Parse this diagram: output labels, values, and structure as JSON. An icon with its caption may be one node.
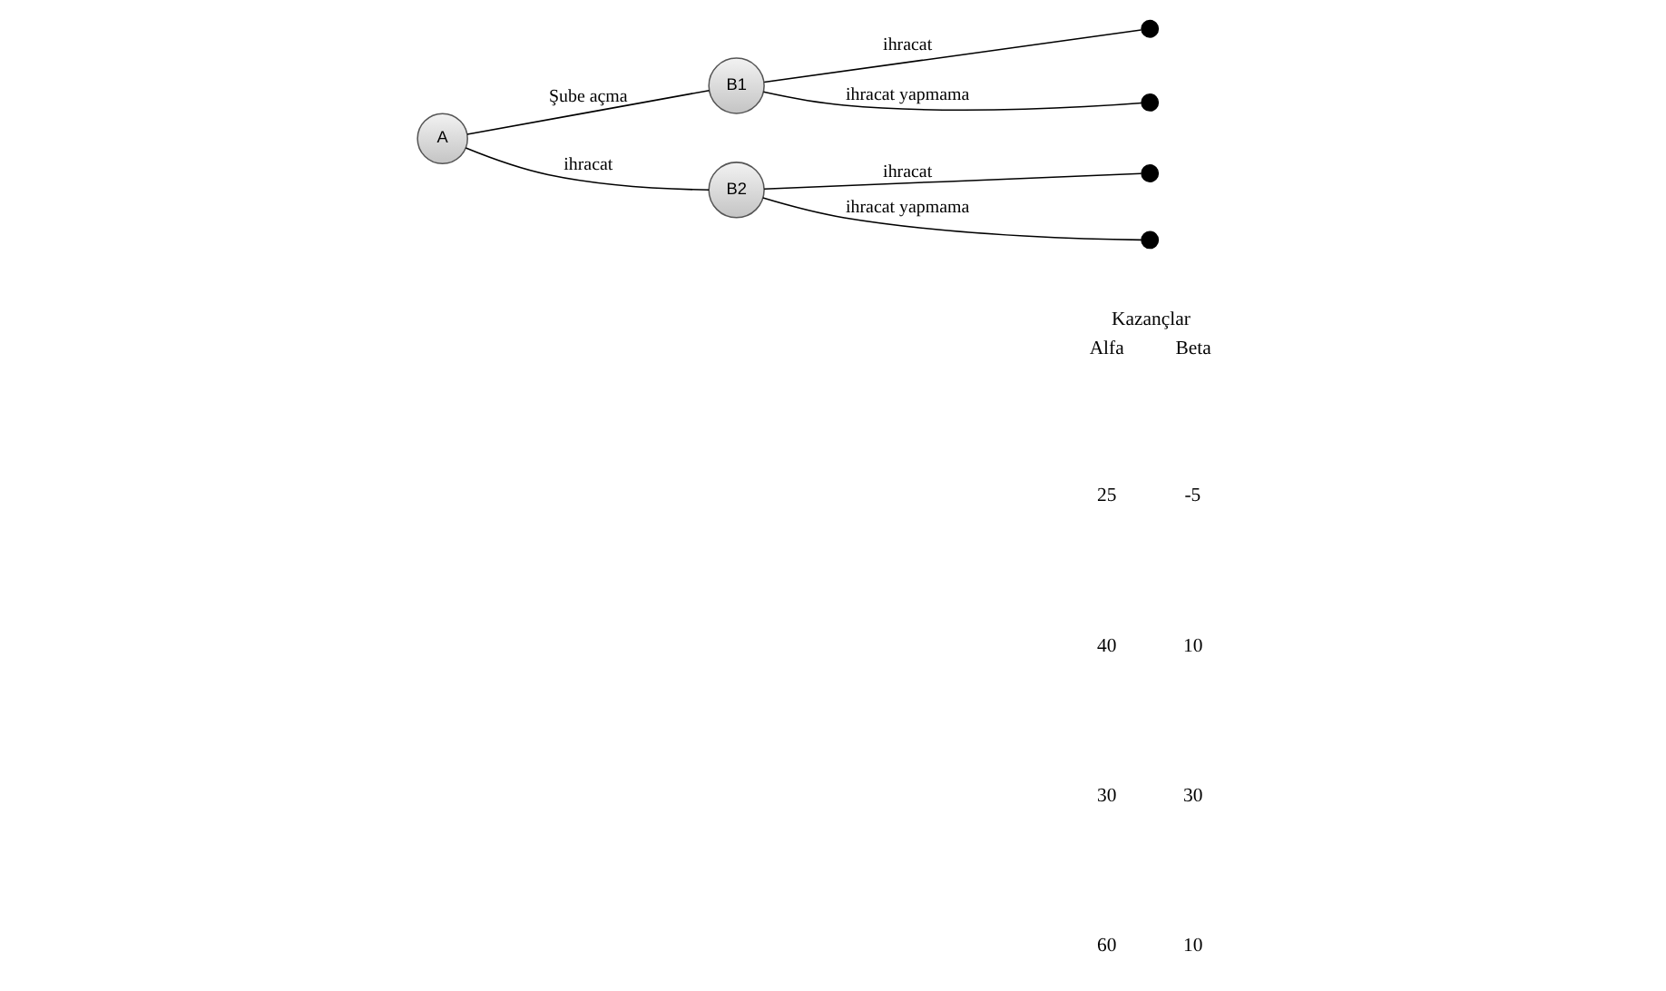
{
  "diagram": {
    "nodes": [
      {
        "text": [
          "A"
        ]
      },
      {
        "text": [
          "B1"
        ]
      },
      {
        "text": [
          "B2"
        ]
      },
      {
        "text": [],
        "shape": "circle",
        "beside": [
          "25",
          "-5"
        ]
      },
      {
        "text": [],
        "shape": "circle",
        "beside": [
          "40",
          "10"
        ]
      },
      {
        "text": [],
        "shape": "circle",
        "beside": [
          "30",
          "30"
        ]
      },
      {
        "text": [],
        "shape": "circle",
        "beside": [
          "60",
          "10"
        ]
      }
    ],
    "edges": [
      {
        "from": 0,
        "to": 1,
        "arrow": "none",
        "label": "Şube açma"
      },
      {
        "from": 0,
        "to": 2,
        "arrow": "none",
        "label": "ihracat"
      },
      {
        "from": 1,
        "to": 3,
        "arrow": "none",
        "label": "ihracat"
      },
      {
        "from": 1,
        "to": 4,
        "arrow": "none",
        "label": "ihracat yapmama"
      },
      {
        "from": 2,
        "to": 5,
        "arrow": "none",
        "label": "ihracat"
      },
      {
        "from": 2,
        "to": 6,
        "arrow": "none",
        "label": "ihracat yapmama"
      }
    ],
    "labels": [
      "Kazançlar",
      "Alfa",
      "Beta"
    ]
  }
}
